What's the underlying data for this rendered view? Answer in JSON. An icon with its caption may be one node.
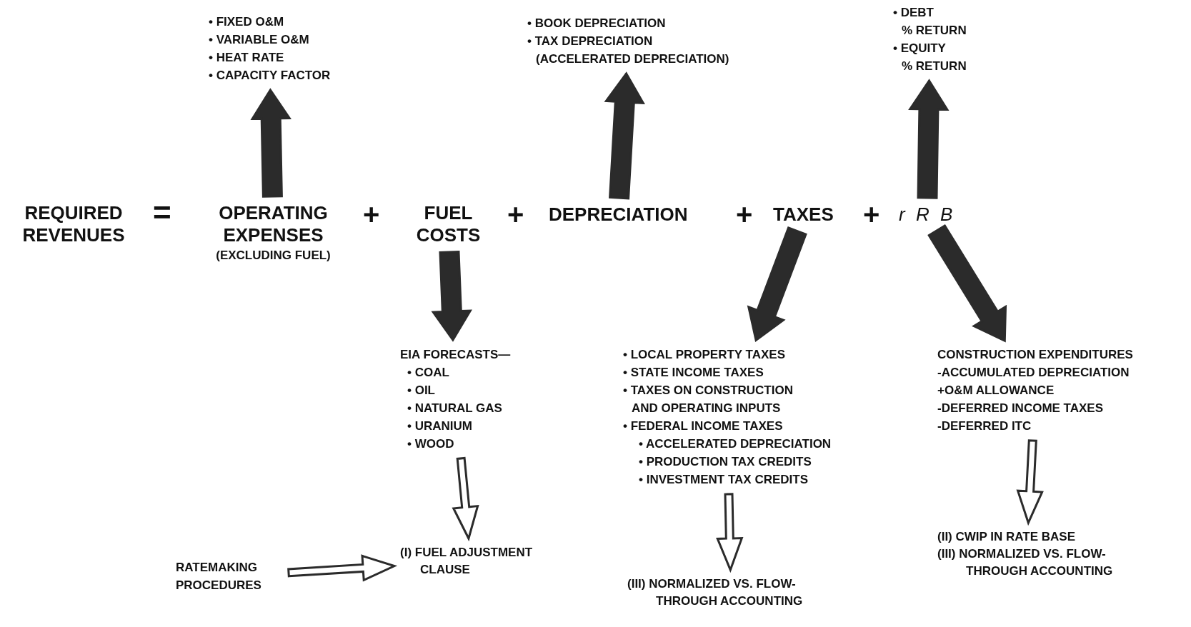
{
  "diagram": {
    "nodes": [
      {
        "text": [
          "OPERATING EXPENSES",
          "(EXCLUDING FUEL)"
        ]
      },
      {
        "text": [
          "• FIXED O&M",
          "• VARIABLE O&M",
          "• HEAT RATE",
          "• CAPACITY FACTOR"
        ]
      },
      {
        "text": [
          "FUEL COSTS"
        ]
      },
      {
        "text": [
          "EIA FORECASTS—",
          "• COAL",
          "• OIL",
          "• NATURAL GAS",
          "• URANIUM",
          "• WOOD"
        ]
      },
      {
        "text": [
          "(I) FUEL ADJUSTMENT CLAUSE"
        ]
      },
      {
        "text": [
          "RATEMAKING PROCEDURES"
        ]
      },
      {
        "text": [
          "DEPRECIATION"
        ]
      },
      {
        "text": [
          "• BOOK DEPRECIATION",
          "• TAX DEPRECIATION",
          "(ACCELERATED DEPRECIATION)"
        ]
      },
      {
        "text": [
          "TAXES"
        ]
      },
      {
        "text": [
          "• LOCAL PROPERTY TAXES",
          "• STATE INCOME TAXES",
          "• TAXES ON CONSTRUCTION",
          "AND OPERATING INPUTS",
          "• FEDERAL INCOME TAXES",
          "• ACCELERATED DEPRECIATION",
          "• PRODUCTION TAX CREDITS",
          "• INVESTMENT TAX CREDITS"
        ]
      },
      {
        "text": [
          "(III) NORMALIZED VS. FLOW-THROUGH ACCOUNTING"
        ]
      },
      {
        "text": [
          "r R B"
        ]
      },
      {
        "text": [
          "• DEBT",
          "% RETURN",
          "• EQUITY",
          "% RETURN"
        ]
      },
      {
        "text": [
          "CONSTRUCTION EXPENDITURES",
          "-ACCUMULATED DEPRECIATION",
          "+O&M ALLOWANCE",
          "-DEFERRED INCOME TAXES",
          "-DEFERRED ITC"
        ]
      },
      {
        "text": [
          "(II) CWIP IN RATE BASE",
          "(III) NORMALIZED VS. FLOW-THROUGH ACCOUNTING"
        ]
      }
    ],
    "edges": [
      {
        "from": 0,
        "to": 1,
        "arrow": "to"
      },
      {
        "from": 6,
        "to": 7,
        "arrow": "to"
      },
      {
        "from": 11,
        "to": 12,
        "arrow": "to"
      },
      {
        "from": 2,
        "to": 3,
        "arrow": "to"
      },
      {
        "from": 8,
        "to": 9,
        "arrow": "to"
      },
      {
        "from": 11,
        "to": 13,
        "arrow": "to"
      },
      {
        "from": 3,
        "to": 4,
        "arrow": "to",
        "color": "#ffffff"
      },
      {
        "from": 5,
        "to": 4,
        "arrow": "to",
        "color": "#ffffff"
      },
      {
        "from": 9,
        "to": 10,
        "arrow": "to",
        "color": "#ffffff"
      },
      {
        "from": 13,
        "to": 14,
        "arrow": "to",
        "color": "#ffffff"
      }
    ],
    "labels": [
      "REQUIRED REVENUES",
      "=",
      "+",
      "+",
      "+",
      "+"
    ]
  }
}
